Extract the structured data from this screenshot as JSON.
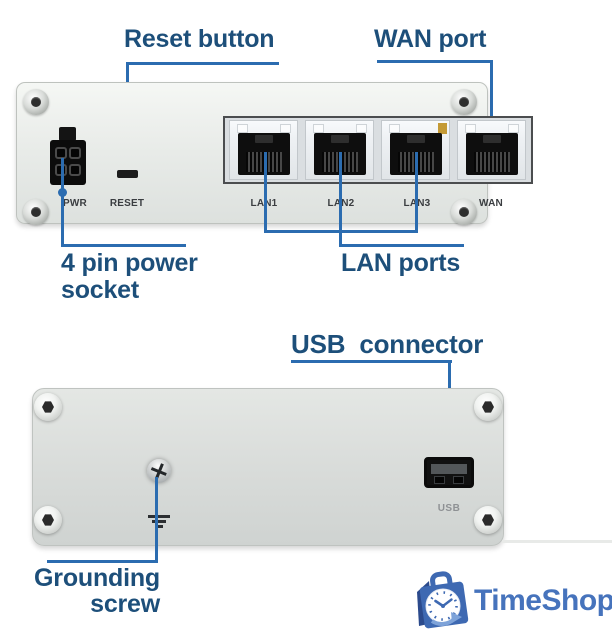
{
  "diagram": {
    "front_view": {
      "callouts": {
        "reset": "Reset button",
        "wan": "WAN port",
        "power": "4 pin power\nsocket",
        "lan": "LAN ports"
      },
      "panel_labels": {
        "pwr": "PWR",
        "reset": "RESET"
      },
      "ethernet_ports": [
        {
          "label": "LAN1"
        },
        {
          "label": "LAN2"
        },
        {
          "label": "LAN3"
        },
        {
          "label": "WAN"
        }
      ]
    },
    "rear_view": {
      "callouts": {
        "usb": "USB  connector",
        "grounding": "Grounding\nscrew"
      },
      "panel_labels": {
        "usb": "USB"
      }
    },
    "colors": {
      "callout_text": "#1d4f7a",
      "callout_line": "#2b6cb0",
      "panel_label_text": "#3a3d40",
      "logo_blue": "#3e69b2",
      "logo_text_blue": "#4673bc"
    }
  },
  "branding": {
    "logo_text": "TimeShop"
  }
}
